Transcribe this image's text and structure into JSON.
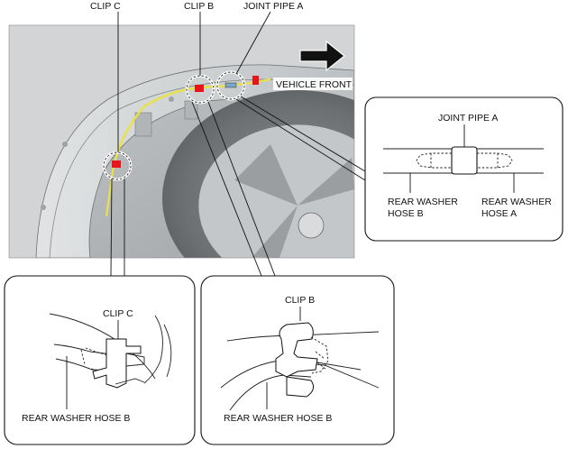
{
  "labels": {
    "clip_c": "CLIP C",
    "clip_b": "CLIP B",
    "joint_pipe_a": "JOINT PIPE A",
    "vehicle_front": "VEHICLE FRONT",
    "detail_joint_title": "JOINT PIPE A",
    "hose_b_line1": "REAR WASHER",
    "hose_b_line2": "HOSE B",
    "hose_a_line1": "REAR WASHER",
    "hose_a_line2": "HOSE A",
    "detail_c_title": "CLIP C",
    "detail_c_hose": "REAR WASHER HOSE B",
    "detail_b_title": "CLIP B",
    "detail_b_hose": "REAR WASHER HOSE B"
  },
  "colors": {
    "hose": "#e8e24a",
    "clip_marker": "#e8141c",
    "photo_bg": "#b9bcbe"
  }
}
